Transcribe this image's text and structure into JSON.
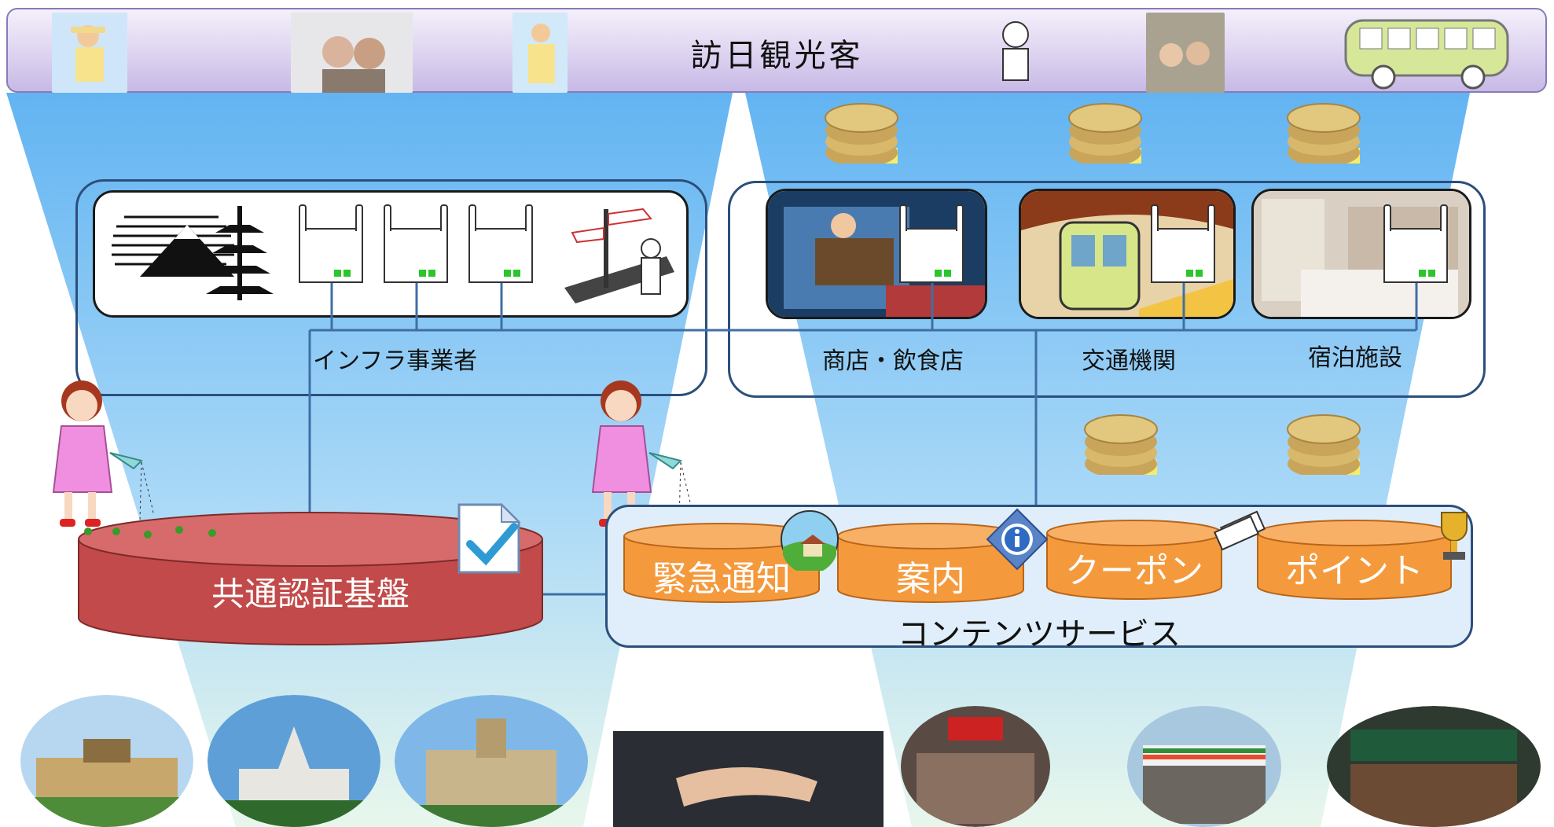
{
  "banner": {
    "title": "訪日観光客"
  },
  "groups": {
    "infra": {
      "label": "インフラ事業者"
    },
    "shops": {
      "label": "商店・飲食店"
    },
    "transport": {
      "label": "交通機関"
    },
    "lodging": {
      "label": "宿泊施設"
    }
  },
  "platform": {
    "label": "共通認証基盤"
  },
  "content": {
    "label": "コンテンツサービス",
    "items": [
      "緊急通知",
      "案内",
      "クーポン",
      "ポイント"
    ]
  },
  "colors": {
    "beam": "#7ec4f5",
    "platform": "#c24a4a",
    "content": "#f59a3c",
    "border": "#2c4f7c"
  }
}
